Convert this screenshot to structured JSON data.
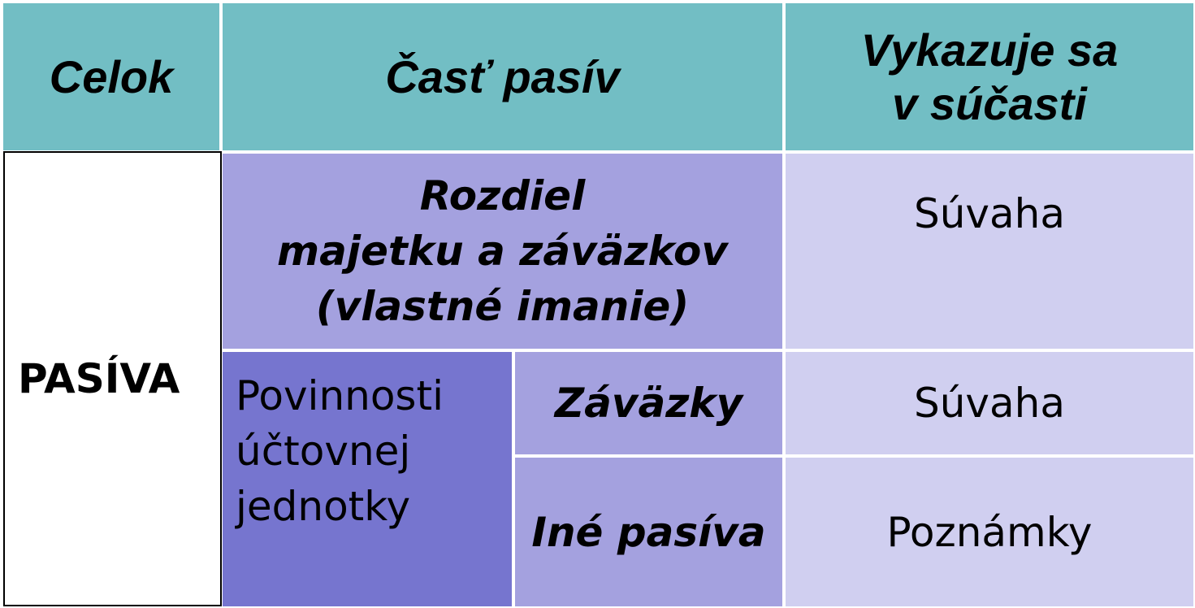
{
  "table": {
    "headers": {
      "col1": "Celok",
      "col2": "Časť pasív",
      "col3_line1": "Vykazuje sa",
      "col3_line2": "v súčasti"
    },
    "whole": "PASÍVA",
    "equity": {
      "line1": "Rozdiel",
      "line2": "majetku a záväzkov",
      "line3": "(vlastné imanie)",
      "reported_in": "Súvaha"
    },
    "obligations": {
      "line1": "Povinnosti",
      "line2": "účtovnej",
      "line3": "jednotky"
    },
    "liabilities": {
      "label": "Záväzky",
      "reported_in": "Súvaha"
    },
    "other": {
      "label": "Iné pasíva",
      "reported_in": "Poznámky"
    }
  },
  "colors": {
    "header": "#72bec4",
    "medium_purple": "#a4a1df",
    "light_purple": "#d0cff0",
    "dark_purple": "#7675cf"
  }
}
